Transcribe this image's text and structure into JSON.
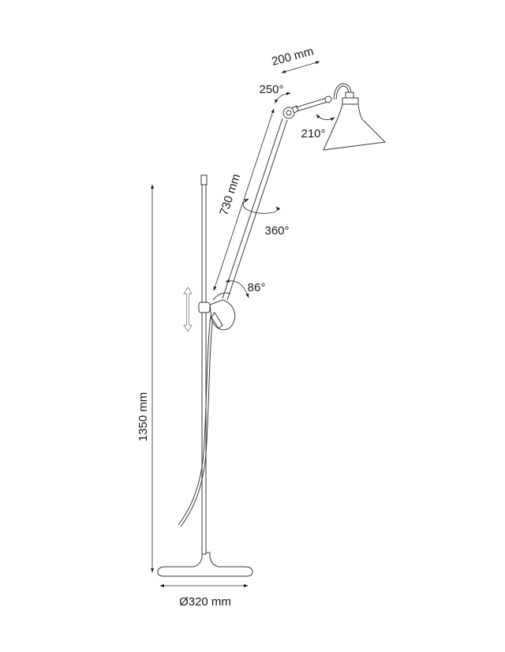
{
  "diagram": {
    "subject": "Floor lamp technical dimension drawing",
    "colors": {
      "line": "#3a3a3a",
      "text": "#1a1a1a",
      "background": "#ffffff"
    },
    "dimensions": {
      "height": "1350 mm",
      "base_diameter": "Ø320 mm",
      "main_arm_length": "730 mm",
      "upper_arm_length": "200 mm"
    },
    "angles": {
      "elbow": "250°",
      "shade_tilt": "210°",
      "arm_rotation": "360°",
      "arm_pivot": "86°"
    }
  }
}
